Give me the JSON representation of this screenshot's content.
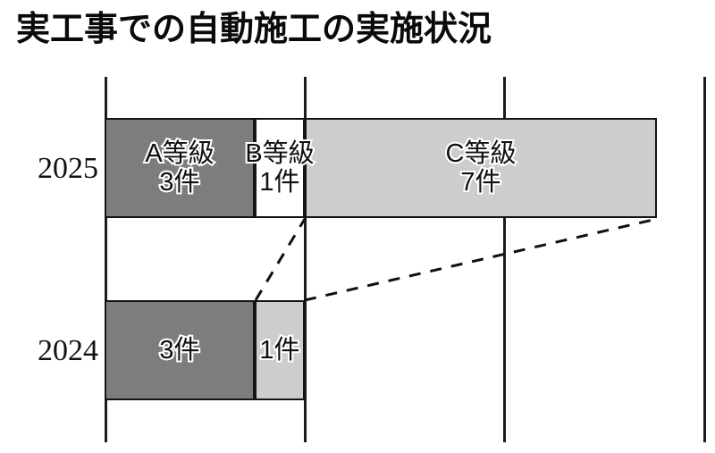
{
  "title": "実工事での自動施工の実施状況",
  "chart_data": {
    "type": "bar",
    "orientation": "horizontal",
    "stacked": true,
    "title": "実工事での自動施工の実施状況",
    "xlabel": "",
    "ylabel": "",
    "categories": [
      "2025",
      "2024"
    ],
    "grade_labels": [
      "A等級",
      "B等級",
      "C等級"
    ],
    "unit": "件",
    "series": [
      {
        "name": "A等級",
        "color": "#7d7d7d",
        "values": [
          3,
          3
        ]
      },
      {
        "name": "B等級",
        "color": "#ffffff",
        "values": [
          1,
          1
        ]
      },
      {
        "name": "C等級",
        "color": "#cdcdcd",
        "values": [
          7,
          0
        ]
      }
    ],
    "totals": [
      11,
      4
    ],
    "xlim": [
      0,
      15
    ],
    "xticks": [
      0,
      5,
      10,
      15
    ],
    "grid": true,
    "legend": "inline-bar-labels"
  },
  "rows": [
    {
      "year": "2025",
      "segments": [
        {
          "grade": "A等級",
          "count": "3件",
          "show_grade": true,
          "color": "#7d7d7d"
        },
        {
          "grade": "B等級",
          "count": "1件",
          "show_grade": true,
          "color": "#ffffff"
        },
        {
          "grade": "C等級",
          "count": "7件",
          "show_grade": true,
          "color": "#cdcdcd"
        }
      ]
    },
    {
      "year": "2024",
      "segments": [
        {
          "grade": "A等級",
          "count": "3件",
          "show_grade": false,
          "color": "#7d7d7d"
        },
        {
          "grade": "B等級",
          "count": "1件",
          "show_grade": false,
          "color": "#cdcdcd"
        }
      ]
    }
  ],
  "colors": {
    "grade_a": "#7d7d7d",
    "grade_b": "#ffffff",
    "grade_c": "#cdcdcd",
    "axis": "#1c1c1c",
    "text": "#111111",
    "background": "#ffffff"
  }
}
